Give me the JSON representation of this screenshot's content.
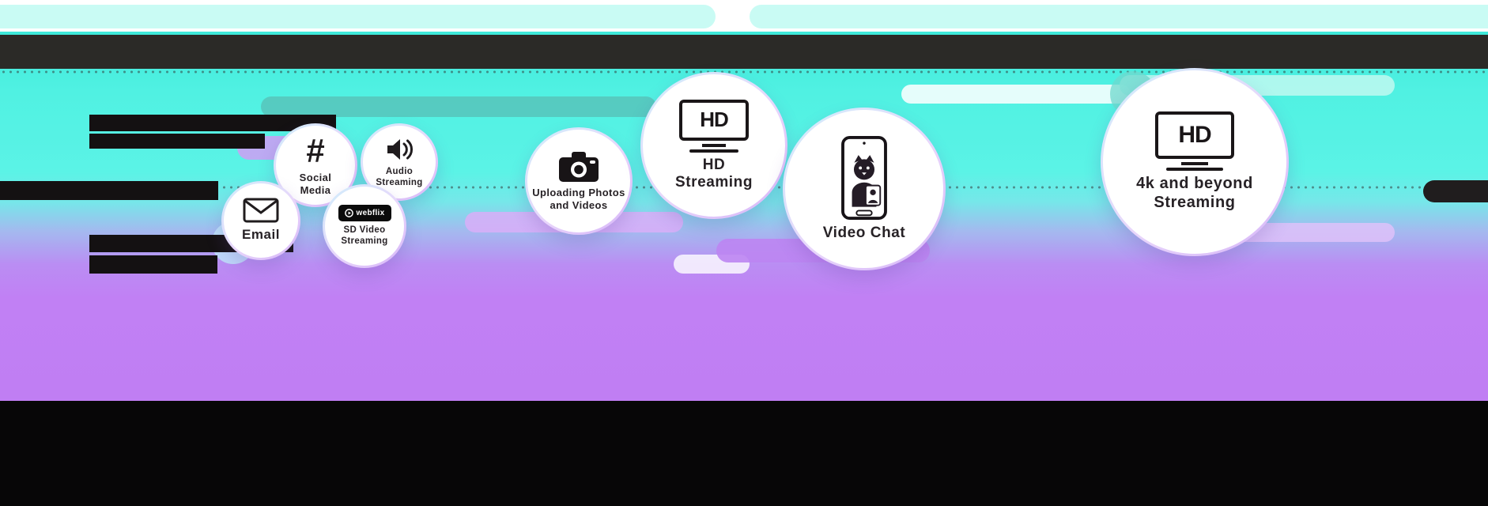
{
  "colors": {
    "background_top_cyan": "#4ff0e2",
    "background_bottom_purple": "#c07ef3",
    "header_bar": "#2b2a27",
    "footer_bar": "#070607",
    "top_strip_pill": "#c9fbf4",
    "bubble_fill": "#ffffff",
    "label_text": "#272226"
  },
  "bubbles": [
    {
      "label": "Email",
      "icon": "envelope-icon"
    },
    {
      "label": "Social Media",
      "icon": "hashtag-icon",
      "glyph": "#"
    },
    {
      "label": "Audio Streaming",
      "icon": "speaker-icon"
    },
    {
      "label": "SD Video Streaming",
      "icon": "webflix-badge-icon",
      "badge_text": "webflix"
    },
    {
      "label": "Uploading Photos and Videos",
      "icon": "camera-icon"
    },
    {
      "label": "HD Streaming",
      "icon": "hd-tv-icon",
      "tv_text": "HD"
    },
    {
      "label": "Video Chat",
      "icon": "video-chat-phone-icon"
    },
    {
      "label": "4k and beyond Streaming",
      "icon": "hd-tv-icon",
      "tv_text": "HD"
    }
  ]
}
